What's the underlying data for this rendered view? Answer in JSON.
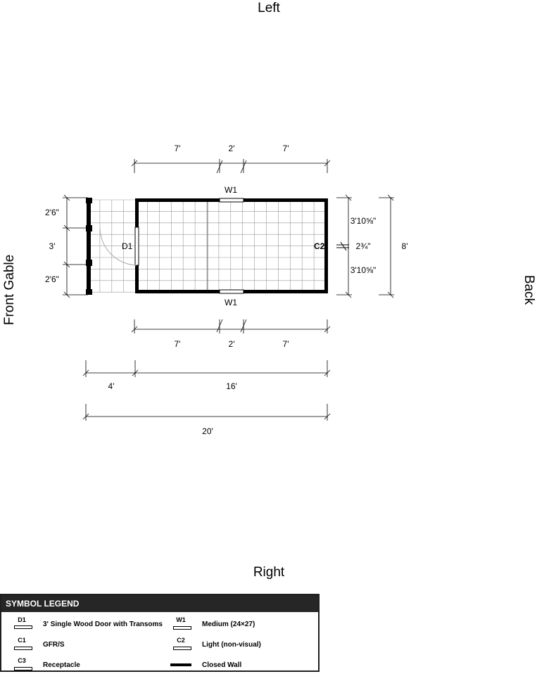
{
  "sides": {
    "top": "Left",
    "bottom": "Right",
    "left": "Front Gable",
    "right": "Back"
  },
  "dimensions": {
    "top_segments": [
      "7'",
      "2'",
      "7'"
    ],
    "bottom_segments": [
      "7'",
      "2'",
      "7'"
    ],
    "porch_width": "4'",
    "building_length": "16'",
    "overall_length": "20'",
    "left_segments": [
      "2'6\"",
      "3'",
      "2'6\""
    ],
    "right_segments": [
      "3'10⅝\"",
      "2¾\"",
      "3'10⅝\""
    ],
    "overall_width": "8'"
  },
  "tags": {
    "window_top": "W1",
    "window_bottom": "W1",
    "door": "D1",
    "outlets": "C2"
  },
  "legend": {
    "title": "SYMBOL LEGEND",
    "items": [
      {
        "code": "D1",
        "label": "3' Single Wood Door with Transoms"
      },
      {
        "code": "W1",
        "label": "Medium (24×27)"
      },
      {
        "code": "C1",
        "label": "GFR/S"
      },
      {
        "code": "C2",
        "label": "Light (non-visual)"
      },
      {
        "code": "C3",
        "label": "Receptacle"
      },
      {
        "code": "",
        "label": "Closed Wall"
      }
    ]
  }
}
